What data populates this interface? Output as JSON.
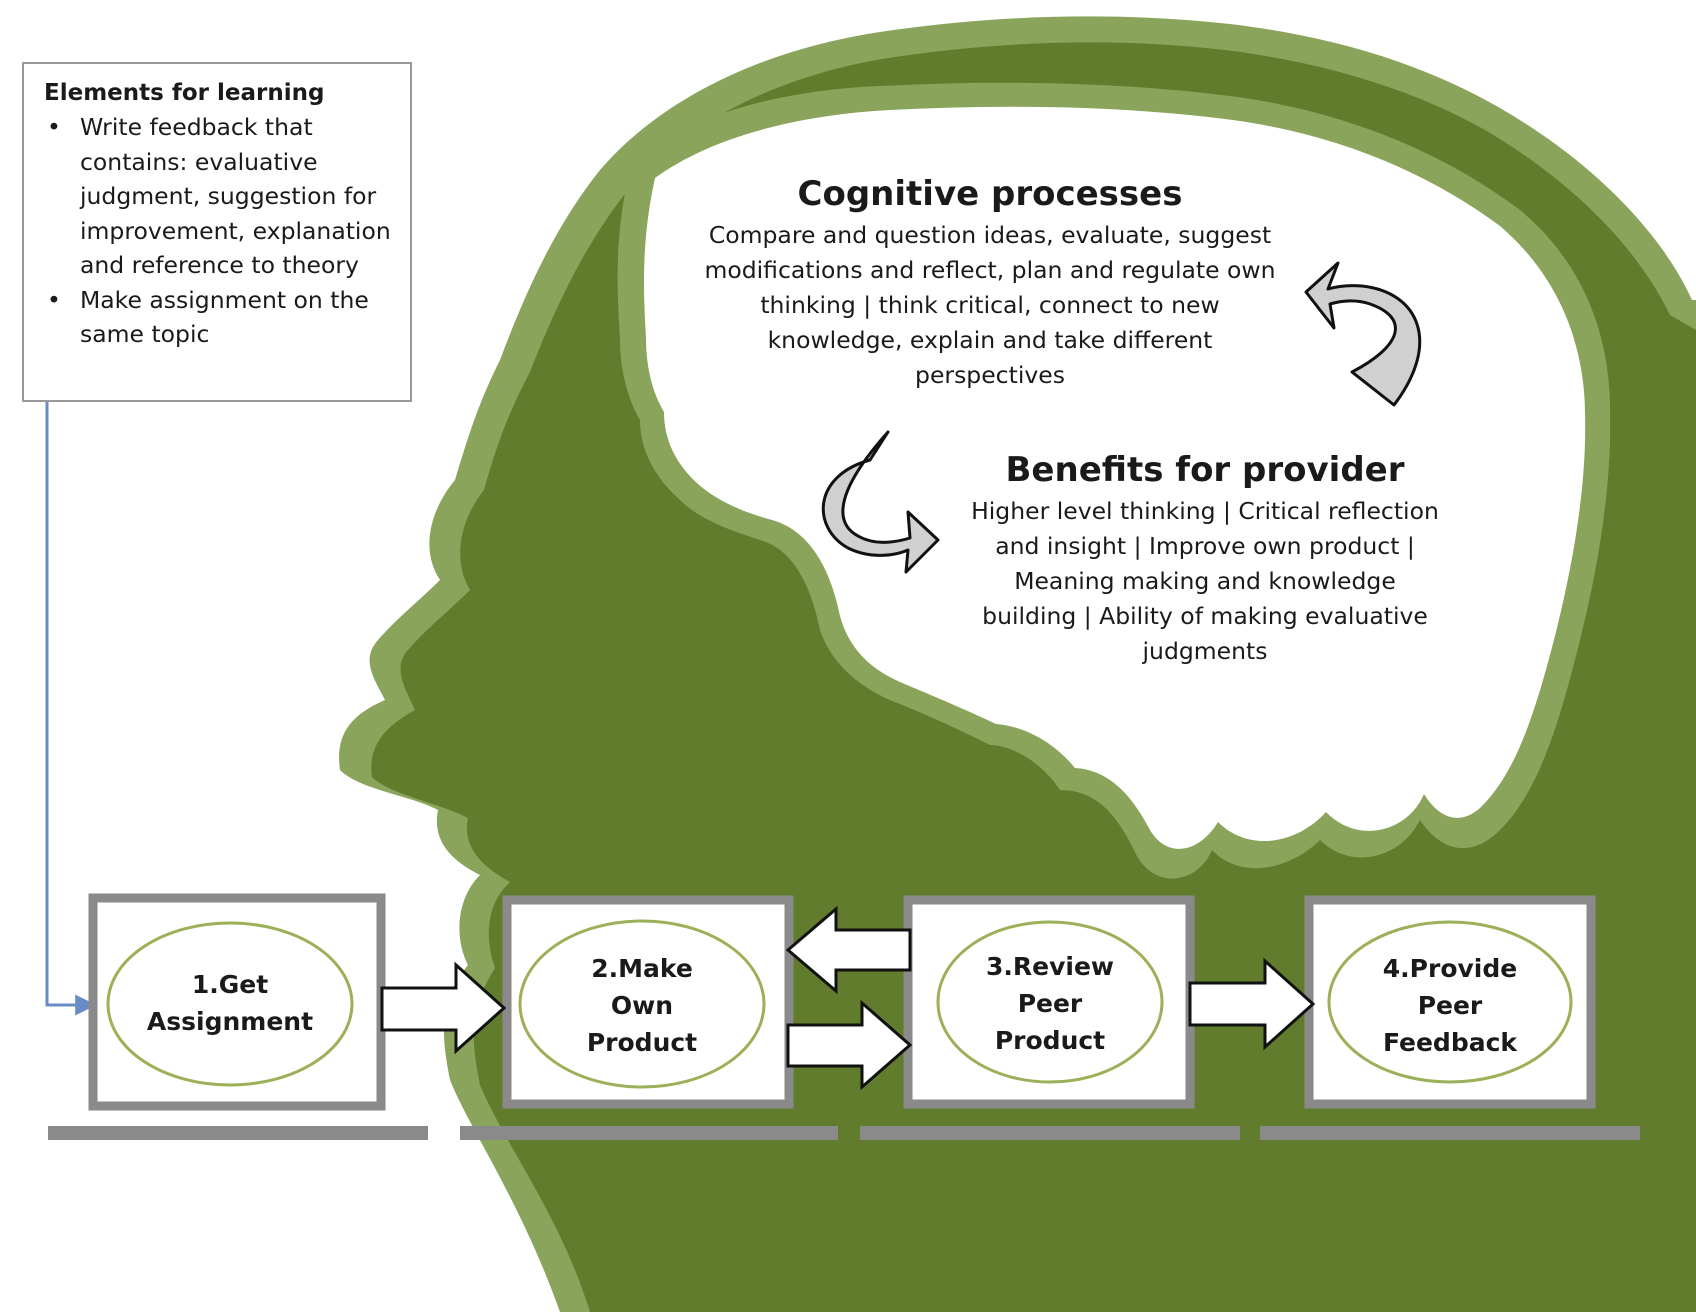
{
  "elements_for_learning": {
    "title": "Elements for learning",
    "items": [
      "Write feedback that contains: evaluative judgment, suggestion for improvement, explanation and reference to theory",
      "Make assignment on the same topic"
    ]
  },
  "cognitive_processes": {
    "title": "Cognitive processes",
    "body": "Compare and question ideas, evaluate, suggest modifications and reflect, plan and regulate own thinking | think critical, connect to new knowledge, explain and take different perspectives"
  },
  "benefits_for_provider": {
    "title": "Benefits for provider",
    "body": "Higher level thinking | Critical reflection and insight | Improve own product | Meaning making and knowledge building | Ability of making evaluative judgments"
  },
  "steps": [
    {
      "label": "1.Get Assignment"
    },
    {
      "label": "2.Make Own Product"
    },
    {
      "label": "3.Review Peer Product"
    },
    {
      "label": "4.Provide Peer Feedback"
    }
  ],
  "colors": {
    "head_outer": "#8aa45c",
    "head_inner": "#617c2c",
    "brain_ring": "#8aa45c",
    "box_border": "#8a8a8a",
    "ellipse_border": "#9bb058",
    "connector": "#6a8cc6",
    "curved_arrow_fill": "#d0d0d0",
    "baseline": "#8a8a8a"
  }
}
